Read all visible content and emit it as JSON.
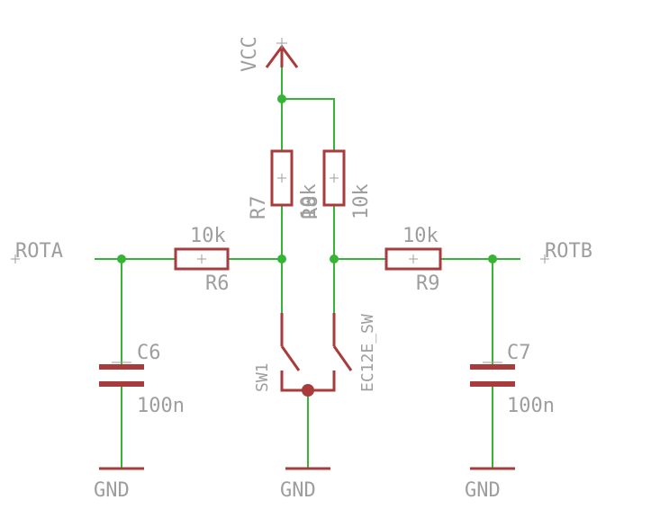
{
  "labels": {
    "vcc": "VCC",
    "rota": "ROTA",
    "rotb": "ROTB",
    "gnd": [
      "GND",
      "GND",
      "GND"
    ],
    "r7": {
      "name": "R7",
      "value": "10k"
    },
    "r8": {
      "name": "R8",
      "value": "10k"
    },
    "r6": {
      "name": "R6",
      "value": "10k"
    },
    "r9": {
      "name": "R9",
      "value": "10k"
    },
    "c6": {
      "name": "C6",
      "value": "100n"
    },
    "c7": {
      "name": "C7",
      "value": "100n"
    },
    "sw1": {
      "name": "SW1",
      "value": "EC12E_SW"
    }
  },
  "colors": {
    "wire": "#36b436",
    "part": "#a83b3b",
    "label": "#9e9e9e"
  }
}
